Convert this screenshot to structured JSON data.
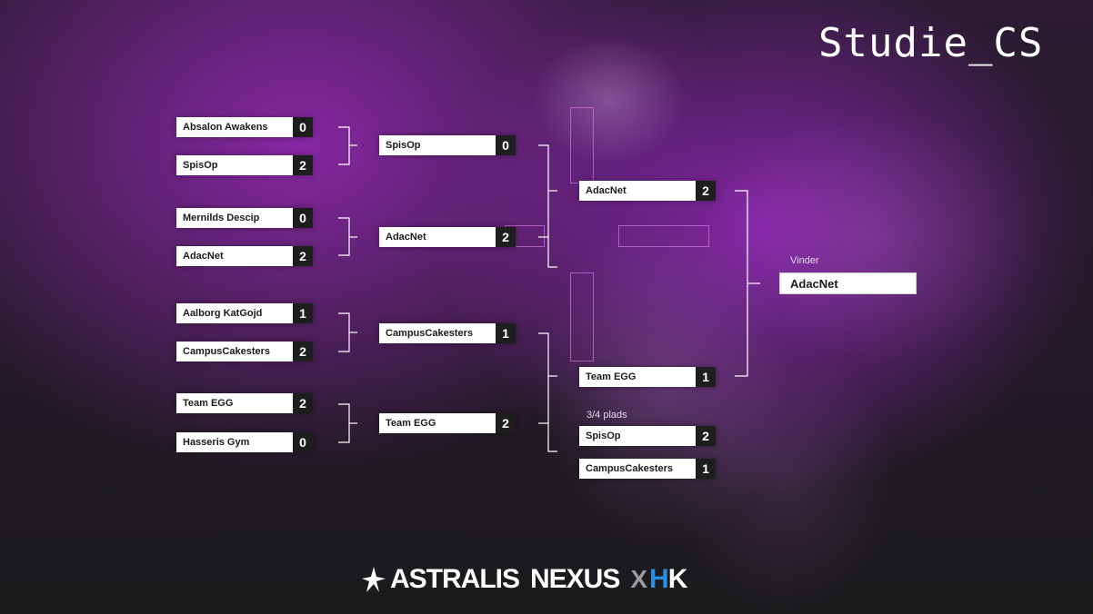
{
  "title": "Studie_CS",
  "round1": [
    {
      "name": "Absalon Awakens",
      "score": "0"
    },
    {
      "name": "SpisOp",
      "score": "2"
    },
    {
      "name": "Mernilds Descip",
      "score": "0"
    },
    {
      "name": "AdacNet",
      "score": "2"
    },
    {
      "name": "Aalborg KatGojd",
      "score": "1"
    },
    {
      "name": "CampusCakesters",
      "score": "2"
    },
    {
      "name": "Team EGG",
      "score": "2"
    },
    {
      "name": "Hasseris Gym",
      "score": "0"
    }
  ],
  "round2": [
    {
      "name": "SpisOp",
      "score": "0"
    },
    {
      "name": "AdacNet",
      "score": "2"
    },
    {
      "name": "CampusCakesters",
      "score": "1"
    },
    {
      "name": "Team EGG",
      "score": "2"
    }
  ],
  "final": [
    {
      "name": "AdacNet",
      "score": "2"
    },
    {
      "name": "Team EGG",
      "score": "1"
    }
  ],
  "third_place": {
    "label": "3/4 plads",
    "teams": [
      {
        "name": "SpisOp",
        "score": "2"
      },
      {
        "name": "CampusCakesters",
        "score": "1"
      }
    ]
  },
  "winner": {
    "label": "Vinder",
    "name": "AdacNet"
  },
  "footer": {
    "brand": "ASTRALIS",
    "product": "NEXUS",
    "separator": "X",
    "partner_h": "H",
    "partner_k": "K"
  },
  "colors": {
    "accent": "#9b2fc0",
    "line": "#ffffff",
    "score_bg": "#1e1e1e",
    "partner_blue": "#2b8fe0"
  }
}
